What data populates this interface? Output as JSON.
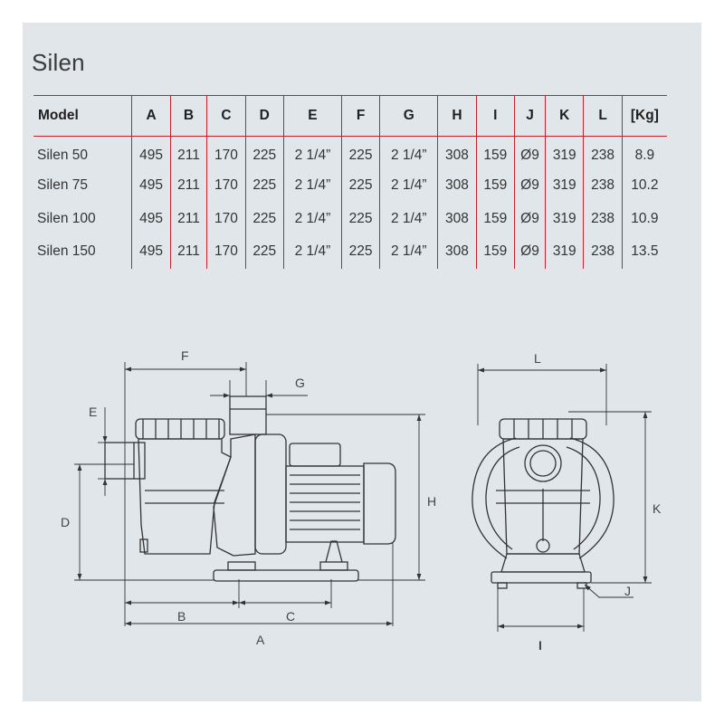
{
  "title": "Silen",
  "table": {
    "headers": [
      "Model",
      "A",
      "B",
      "C",
      "D",
      "E",
      "F",
      "G",
      "H",
      "I",
      "J",
      "K",
      "L",
      "[Kg]"
    ],
    "rows": [
      [
        "Silen 50",
        "495",
        "211",
        "170",
        "225",
        "2 1/4”",
        "225",
        "2 1/4”",
        "308",
        "159",
        "Ø9",
        "319",
        "238",
        "8.9"
      ],
      [
        "Silen 75",
        "495",
        "211",
        "170",
        "225",
        "2 1/4”",
        "225",
        "2 1/4”",
        "308",
        "159",
        "Ø9",
        "319",
        "238",
        "10.2"
      ],
      [
        "Silen 100",
        "495",
        "211",
        "170",
        "225",
        "2 1/4”",
        "225",
        "2 1/4”",
        "308",
        "159",
        "Ø9",
        "319",
        "238",
        "10.9"
      ],
      [
        "Silen 150",
        "495",
        "211",
        "170",
        "225",
        "2 1/4”",
        "225",
        "2 1/4”",
        "308",
        "159",
        "Ø9",
        "319",
        "238",
        "13.5"
      ]
    ]
  },
  "diagram": {
    "side_labels": {
      "A": "A",
      "B": "B",
      "C": "C",
      "D": "D",
      "E": "E",
      "F": "F",
      "G": "G",
      "H": "H"
    },
    "front_labels": {
      "I": "I",
      "J": "J",
      "K": "K",
      "L": "L"
    }
  },
  "colors": {
    "accent": "#c0252f",
    "background": "#e1e6ea",
    "line": "#333333"
  }
}
